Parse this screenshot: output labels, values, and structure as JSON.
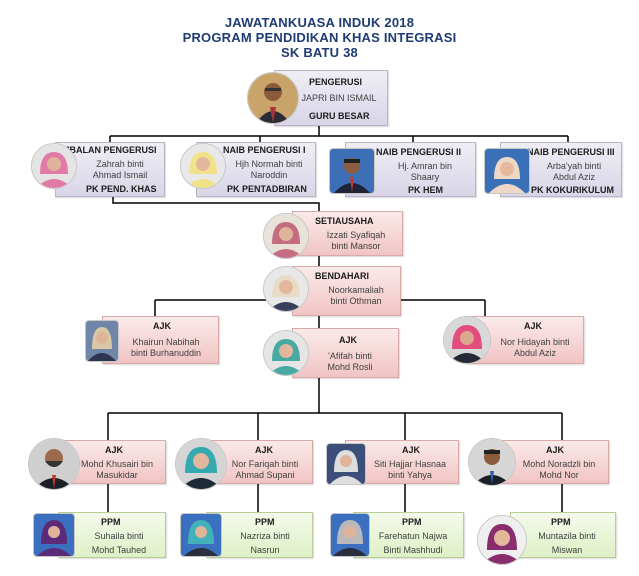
{
  "title": {
    "line1": "JAWATANKUASA INDUK 2018",
    "line2": "PROGRAM PENDIDIKAN KHAS INTEGRASI",
    "line3": "SK BATU 38"
  },
  "pengerusi": {
    "role": "PENGERUSI",
    "name": "JAPRI BIN ISMAIL",
    "foot": "GURU BESAR"
  },
  "timbalan": {
    "role": "TIMBALAN PENGERUSI",
    "name1": "Zahrah binti",
    "name2": "Ahmad Ismail",
    "foot": "PK PEND. KHAS"
  },
  "naib1": {
    "role": "NAIB PENGERUSI I",
    "name1": "Hjh Normah binti",
    "name2": "Naroddin",
    "foot": "PK PENTADBIRAN"
  },
  "naib2": {
    "role": "NAIB PENGERUSI II",
    "name1": "Hj. Amran bin",
    "name2": "Shaary",
    "foot": "PK HEM"
  },
  "naib3": {
    "role": "NAIB PENGERUSI III",
    "name1": "Arba'yah binti",
    "name2": "Abdul Aziz",
    "foot": "PK KOKURIKULUM"
  },
  "setiausaha": {
    "role": "SETIAUSAHA",
    "name1": "Izzati Syafiqah",
    "name2": "binti Mansor"
  },
  "bendahari": {
    "role": "BENDAHARI",
    "name1": "Noorkamaliah",
    "name2": "binti Othman"
  },
  "ajk_left": {
    "role": "AJK",
    "name1": "Khairun Nabihah",
    "name2": "binti Burhanuddin"
  },
  "ajk_mid": {
    "role": "AJK",
    "name1": "'Afifah binti",
    "name2": "Mohd Rosli"
  },
  "ajk_right": {
    "role": "AJK",
    "name1": "Nor Hidayah binti",
    "name2": "Abdul  Aziz"
  },
  "ajk_row": [
    {
      "role": "AJK",
      "name1": "Mohd Khusairi bin",
      "name2": "Masukidar"
    },
    {
      "role": "AJK",
      "name1": "Nor Fariqah binti",
      "name2": "Ahmad Supani"
    },
    {
      "role": "AJK",
      "name1": "Siti Hajjar Hasnaa",
      "name2": "binti Yahya"
    },
    {
      "role": "AJK",
      "name1": "Mohd Noradzli bin",
      "name2": "Mohd Nor"
    }
  ],
  "ppm_row": [
    {
      "role": "PPM",
      "name1": "Suhaila binti",
      "name2": "Mohd Tauhed"
    },
    {
      "role": "PPM",
      "name1": "Nazriza binti",
      "name2": "Nasrun"
    },
    {
      "role": "PPM",
      "name1": "Farehatun  Najwa",
      "name2": "Binti Mashhudi"
    },
    {
      "role": "PPM",
      "name1": "Muntazila binti",
      "name2": "Miswan"
    }
  ],
  "colors": {
    "title": "#1f3b73",
    "purple_box": "#d9d5e7",
    "pink_box": "#f1c4c4",
    "green_box": "#dff0c6",
    "connector": "#000000"
  },
  "icons": {
    "person": "person-photo-icon"
  }
}
